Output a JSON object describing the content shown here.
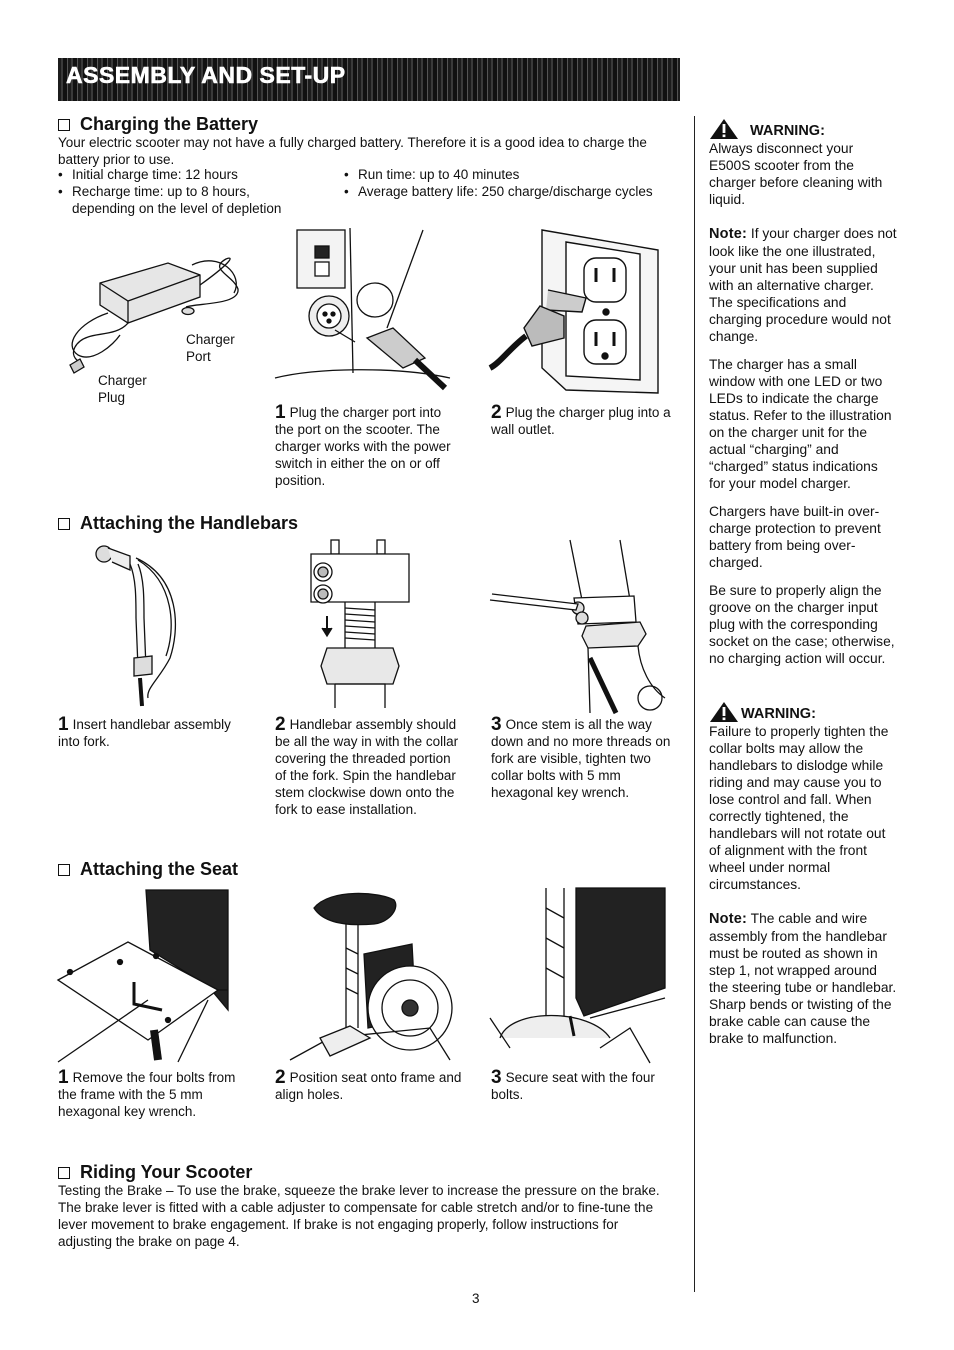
{
  "header": {
    "title": "ASSEMBLY AND SET-UP"
  },
  "charging": {
    "heading": "Charging the Battery",
    "intro": "Your electric scooter may not have a fully charged battery. Therefore it is a good idea to charge the battery prior to use.",
    "bullets_left": [
      "Initial charge time: 12 hours",
      "Recharge time: up to 8 hours, depending on the level of depletion"
    ],
    "bullets_right": [
      "Run time: up to 40 minutes",
      "Average battery life: 250 charge/discharge cycles"
    ],
    "label_port": "Charger Port",
    "label_plug": "Charger Plug",
    "steps": [
      {
        "num": "1",
        "text": "Plug the charger port into the port on the scooter. The charger works with the power switch in either the on or off position."
      },
      {
        "num": "2",
        "text": "Plug the charger plug into a wall outlet."
      }
    ]
  },
  "handlebars": {
    "heading": "Attaching the Handlebars",
    "steps": [
      {
        "num": "1",
        "text": "Insert handlebar assembly into fork."
      },
      {
        "num": "2",
        "text": "Handlebar assembly should be all the way in with the collar covering the threaded portion of the fork. Spin the handlebar stem clockwise down onto the fork to ease installation."
      },
      {
        "num": "3",
        "text": "Once stem is all the way down and no more threads on fork are visible, tighten two collar bolts with 5 mm hexagonal key wrench."
      }
    ]
  },
  "seat": {
    "heading": "Attaching the Seat",
    "steps": [
      {
        "num": "1",
        "text": "Remove the four bolts from the frame with the 5 mm hexagonal key wrench."
      },
      {
        "num": "2",
        "text": "Position seat onto frame and align holes."
      },
      {
        "num": "3",
        "text": "Secure seat with the four bolts."
      }
    ]
  },
  "riding": {
    "heading": "Riding Your Scooter",
    "text": "Testing the Brake – To use the brake, squeeze the brake lever to increase the pressure on the brake. The brake lever is fitted with a cable adjuster to compensate for cable stretch and/or to fine-tune the lever movement to brake engagement. If brake is not engaging properly, follow instructions for adjusting the brake on page 4."
  },
  "sidebar": {
    "warning1": {
      "label": "WARNING:",
      "text": "Always disconnect your E500S scooter from the charger before cleaning with liquid."
    },
    "note1": {
      "label": "Note:",
      "text": "If your charger does not look like the one illustrated, your unit has been supplied with an alternative charger. The specifications and charging procedure would not change."
    },
    "para1": "The charger has a small window with one LED or two LEDs to indicate the charge status. Refer to the illustration on the charger unit for the actual “charging” and “charged” status indications for your model charger.",
    "para2": "Chargers have built-in over-charge protection to prevent battery from being over-charged.",
    "para3": "Be sure to properly align the groove on the charger input plug with the corresponding socket on the case; otherwise, no charging action will occur.",
    "warning2": {
      "label": "WARNING:",
      "text": "Failure to properly tighten the collar bolts may allow the handlebars to dislodge while riding and may cause you to lose control and fall. When correctly tightened, the handlebars will not rotate out of alignment with the front wheel under normal circumstances."
    },
    "note2": {
      "label": "Note:",
      "text": "The cable and wire assembly from the handlebar must be routed as shown in step 1, not wrapped around the steering tube or handlebar. Sharp bends or twisting of the brake cable can cause the brake to malfunction."
    }
  },
  "footer": {
    "page_number": "3"
  }
}
